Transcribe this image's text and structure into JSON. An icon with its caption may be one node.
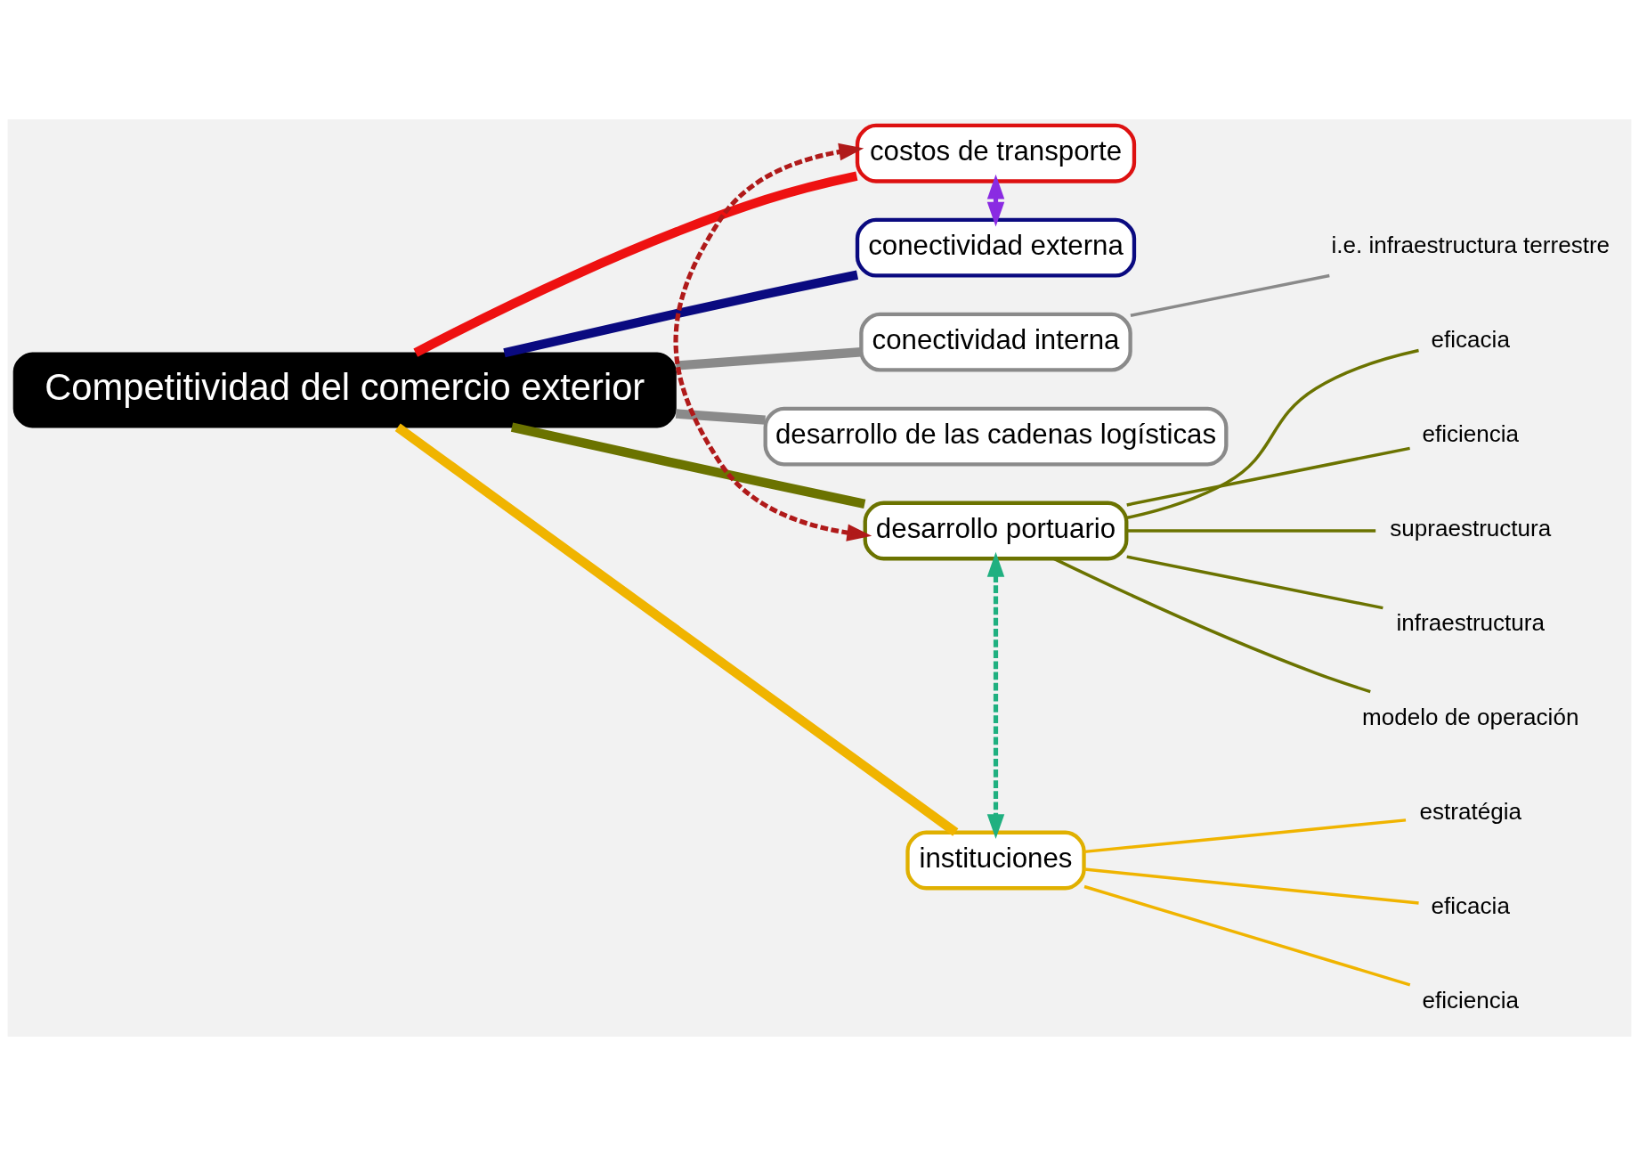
{
  "diagram": {
    "nodes": [
      {
        "text": [
          "Competitividad del comercio exterior"
        ]
      },
      {
        "text": [
          "costos de transporte"
        ]
      },
      {
        "text": [
          "conectividad externa"
        ]
      },
      {
        "text": [
          "conectividad interna"
        ]
      },
      {
        "text": [
          "i.e. infraestructura terrestre"
        ]
      },
      {
        "text": [
          "desarrollo de las cadenas logísticas"
        ]
      },
      {
        "text": [
          "desarrollo portuario"
        ]
      },
      {
        "text": [
          "eficacia"
        ]
      },
      {
        "text": [
          "eficiencia"
        ]
      },
      {
        "text": [
          "supraestructura"
        ]
      },
      {
        "text": [
          "infraestructura"
        ]
      },
      {
        "text": [
          "modelo de operación"
        ]
      },
      {
        "text": [
          "instituciones"
        ]
      },
      {
        "text": [
          "estratégia"
        ]
      },
      {
        "text": [
          "eficacia"
        ]
      },
      {
        "text": [
          "eficiencia"
        ]
      }
    ],
    "edges": [
      {
        "from": 0,
        "to": 1,
        "arrow": "none",
        "style": "thick",
        "color": "#ee1111"
      },
      {
        "from": 0,
        "to": 2,
        "arrow": "none",
        "style": "thick",
        "color": "#0a0a80"
      },
      {
        "from": 0,
        "to": 3,
        "arrow": "none",
        "style": "thick",
        "color": "#8a8a8a"
      },
      {
        "from": 3,
        "to": 4,
        "arrow": "none",
        "color": "#8a8a8a"
      },
      {
        "from": 0,
        "to": 5,
        "arrow": "none",
        "style": "thick",
        "color": "#8a8a8a"
      },
      {
        "from": 0,
        "to": 6,
        "arrow": "none",
        "style": "thick",
        "color": "#6b7300"
      },
      {
        "from": 6,
        "to": 7,
        "arrow": "none",
        "color": "#6b7300"
      },
      {
        "from": 6,
        "to": 8,
        "arrow": "none",
        "color": "#6b7300"
      },
      {
        "from": 6,
        "to": 9,
        "arrow": "none",
        "color": "#6b7300"
      },
      {
        "from": 6,
        "to": 10,
        "arrow": "none",
        "color": "#6b7300"
      },
      {
        "from": 6,
        "to": 11,
        "arrow": "none",
        "color": "#6b7300"
      },
      {
        "from": 0,
        "to": 12,
        "arrow": "none",
        "style": "thick",
        "color": "#f0b400"
      },
      {
        "from": 12,
        "to": 13,
        "arrow": "none",
        "color": "#f0b400"
      },
      {
        "from": 12,
        "to": 14,
        "arrow": "none",
        "color": "#f0b400"
      },
      {
        "from": 12,
        "to": 15,
        "arrow": "none",
        "color": "#f0b400"
      },
      {
        "from": 1,
        "to": 2,
        "arrow": "both",
        "style": "dashed",
        "color": "#8a2be2"
      },
      {
        "from": 6,
        "to": 1,
        "arrow": "both",
        "style": "dashed",
        "color": "#b01a1a"
      },
      {
        "from": 6,
        "to": 12,
        "arrow": "both",
        "style": "dashed",
        "color": "#20b080"
      }
    ]
  }
}
